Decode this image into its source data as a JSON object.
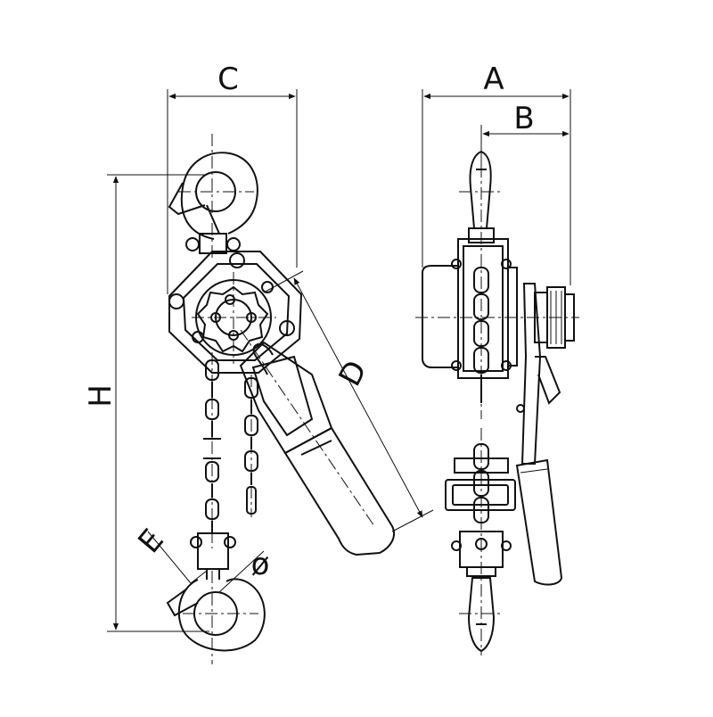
{
  "diagram": {
    "dimension_labels": {
      "A": "A",
      "B": "B",
      "C": "C",
      "D": "D",
      "E": "E",
      "H": "H",
      "phi": "ø"
    }
  }
}
